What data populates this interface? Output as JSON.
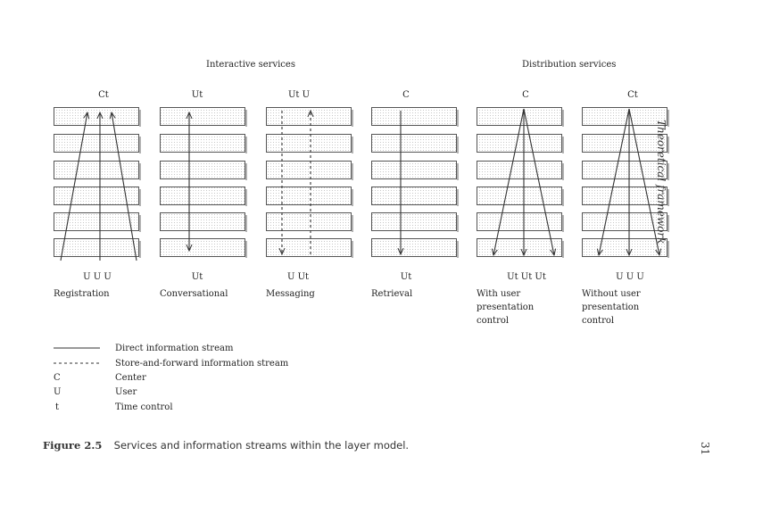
{
  "groups": {
    "interactive": "Interactive services",
    "distribution": "Distribution services"
  },
  "columns": [
    {
      "top": "Ct",
      "bottom": "U     U     U",
      "name": "Registration",
      "stream": "direct",
      "pattern": "converge-up"
    },
    {
      "top": "Ut",
      "bottom": "Ut",
      "name": "Conversational",
      "stream": "direct",
      "pattern": "bidirectional"
    },
    {
      "top": "Ut     U",
      "bottom": "U     Ut",
      "name": "Messaging",
      "stream": "store-and-forward",
      "pattern": "two-way"
    },
    {
      "top": "C",
      "bottom": "Ut",
      "name": "Retrieval",
      "stream": "direct",
      "pattern": "down"
    },
    {
      "top": "C",
      "bottom": "Ut     Ut     Ut",
      "name": "With user\npresentation\ncontrol",
      "stream": "direct",
      "pattern": "fan-down"
    },
    {
      "top": "Ct",
      "bottom": "U     U     U",
      "name": "Without user\npresentation\ncontrol",
      "stream": "direct",
      "pattern": "fan-down"
    }
  ],
  "legend": [
    {
      "symbol": "———————",
      "text": "Direct information stream",
      "style": "solid"
    },
    {
      "symbol": "- - - - - - -",
      "text": "Store-and-forward information stream",
      "style": "dashed"
    },
    {
      "symbol": "C",
      "text": "Center"
    },
    {
      "symbol": "U",
      "text": "User"
    },
    {
      "symbol": "t",
      "text": "Time control"
    }
  ],
  "caption": {
    "number": "Figure 2.5",
    "text": "Services and information streams within the layer model."
  },
  "side_label": "Theoretical framework",
  "page_number": "31"
}
